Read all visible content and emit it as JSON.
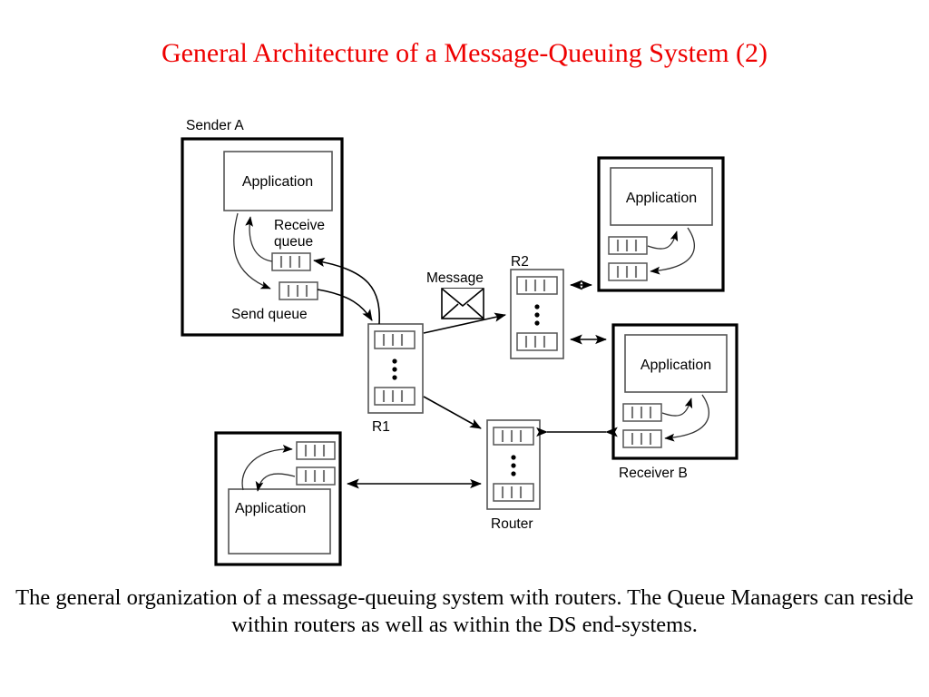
{
  "slide": {
    "title": "General Architecture of a Message-Queuing System (2)",
    "title_color": "#ee0000",
    "caption": "The general organization of a message-queuing system with routers.  The Queue Managers can reside within routers as well as within the DS end-systems."
  },
  "diagram": {
    "type": "architecture-diagram",
    "nodes": [
      {
        "id": "sender-a",
        "label": "Sender A",
        "label_position": "above-left",
        "kind": "end-system",
        "contains": [
          "Application",
          "Receive queue",
          "Send queue"
        ],
        "app_label": "Application"
      },
      {
        "id": "r1",
        "label": "R1",
        "label_position": "below",
        "kind": "router",
        "queues": 2,
        "ellipsis": true
      },
      {
        "id": "r2",
        "label": "R2",
        "label_position": "above-left",
        "kind": "router",
        "queues": 2,
        "ellipsis": true
      },
      {
        "id": "router-bottom",
        "label": "Router",
        "label_position": "below",
        "kind": "router",
        "queues": 2,
        "ellipsis": true
      },
      {
        "id": "app-top-right",
        "label": "",
        "kind": "end-system",
        "app_label": "Application",
        "queues": 2
      },
      {
        "id": "receiver-b",
        "label": "Receiver B",
        "label_position": "below",
        "kind": "end-system",
        "app_label": "Application",
        "queues": 2
      },
      {
        "id": "app-bottom-left",
        "label": "",
        "kind": "end-system",
        "app_label": "Application",
        "queues": 2
      }
    ],
    "labels": {
      "sender_a": "Sender A",
      "receive_queue": "Receive queue",
      "receive_queue_line1": "Receive",
      "receive_queue_line2": "queue",
      "send_queue": "Send queue",
      "application": "Application",
      "message": "Message",
      "r1": "R1",
      "r2": "R2",
      "router": "Router",
      "receiver_b": "Receiver B"
    },
    "icons": {
      "message": "envelope-icon"
    },
    "links": [
      {
        "from": "sender-a.send-queue",
        "to": "r1",
        "style": "curved-arrow"
      },
      {
        "from": "r1",
        "to": "sender-a.receive-queue",
        "style": "curved-arrow"
      },
      {
        "from": "r1",
        "to": "r2",
        "style": "arrow"
      },
      {
        "from": "r1",
        "to": "router-bottom",
        "style": "arrow"
      },
      {
        "from": "r2",
        "to": "app-top-right",
        "style": "double-arrow"
      },
      {
        "from": "r2",
        "to": "receiver-b",
        "style": "double-arrow"
      },
      {
        "from": "router-bottom",
        "to": "receiver-b",
        "style": "double-arrow"
      },
      {
        "from": "router-bottom",
        "to": "app-bottom-left",
        "style": "double-arrow"
      }
    ]
  }
}
